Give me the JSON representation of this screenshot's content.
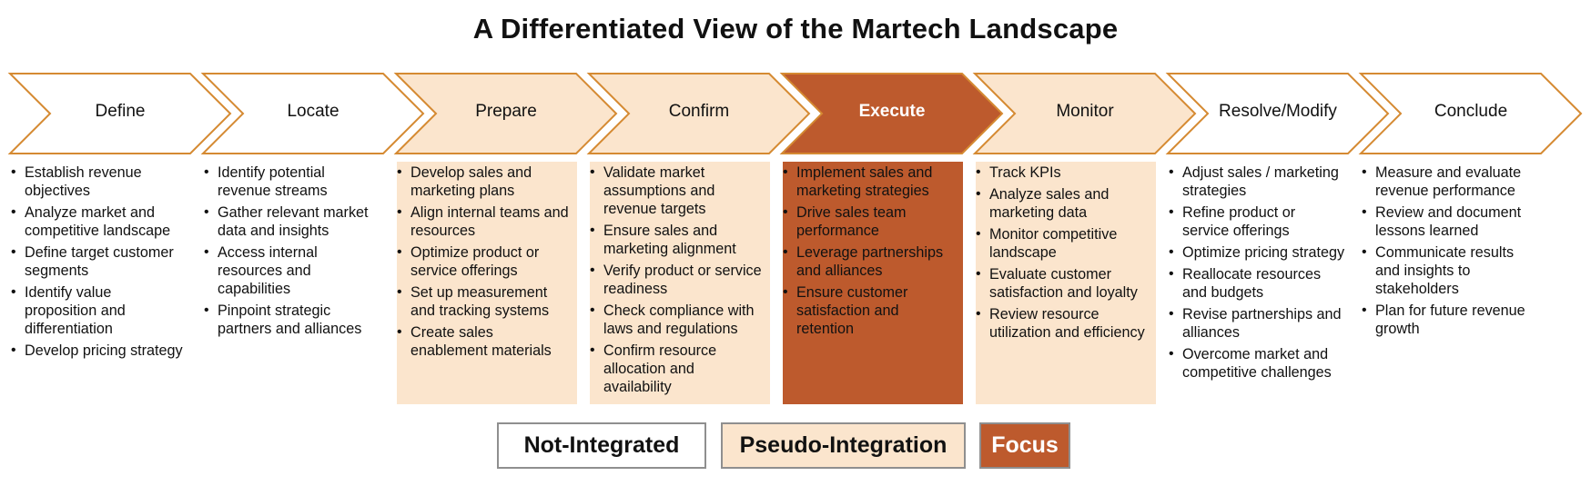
{
  "title": "A Differentiated View of the Martech Landscape",
  "colors": {
    "not_integrated": "#ffffff",
    "pseudo_integration": "#fbe5cd",
    "focus": "#bd5a2d",
    "outline": "#d58a32"
  },
  "stages": [
    {
      "label": "Define",
      "status": "not_integrated",
      "items": [
        "Establish revenue objectives",
        "Analyze market and competitive landscape",
        "Define target customer segments",
        "Identify value proposition and differentiation",
        "Develop pricing strategy"
      ]
    },
    {
      "label": "Locate",
      "status": "not_integrated",
      "items": [
        "Identify potential revenue streams",
        "Gather relevant market data and insights",
        "Access internal resources and capabilities",
        "Pinpoint strategic partners and alliances"
      ]
    },
    {
      "label": "Prepare",
      "status": "pseudo_integration",
      "items": [
        "Develop sales and marketing plans",
        "Align internal teams and resources",
        "Optimize product or service offerings",
        "Set up measurement and tracking systems",
        "Create sales enablement materials"
      ]
    },
    {
      "label": "Confirm",
      "status": "pseudo_integration",
      "items": [
        "Validate market assumptions and revenue targets",
        "Ensure sales and marketing alignment",
        "Verify product or service readiness",
        "Check compliance with laws and regulations",
        "Confirm resource allocation and availability"
      ]
    },
    {
      "label": "Execute",
      "status": "focus",
      "items": [
        "Implement sales and marketing strategies",
        "Drive sales team performance",
        "Leverage partnerships and alliances",
        "Ensure customer satisfaction and retention"
      ]
    },
    {
      "label": "Monitor",
      "status": "pseudo_integration",
      "items": [
        "Track KPIs",
        "Analyze sales and marketing data",
        "Monitor competitive landscape",
        "Evaluate customer satisfaction and loyalty",
        "Review resource utilization and efficiency"
      ]
    },
    {
      "label": "Resolve/Modify",
      "status": "not_integrated",
      "items": [
        "Adjust sales / marketing strategies",
        "Refine product or service offerings",
        "Optimize pricing strategy",
        "Reallocate resources and budgets",
        "Revise partnerships and alliances",
        "Overcome market and competitive challenges"
      ]
    },
    {
      "label": "Conclude",
      "status": "not_integrated",
      "items": [
        "Measure and evaluate revenue performance",
        "Review and document lessons learned",
        "Communicate results and insights to stakeholders",
        "Plan for future revenue growth"
      ]
    }
  ],
  "legend": {
    "not_integrated": "Not-Integrated",
    "pseudo_integration": "Pseudo-Integration",
    "focus": "Focus"
  }
}
